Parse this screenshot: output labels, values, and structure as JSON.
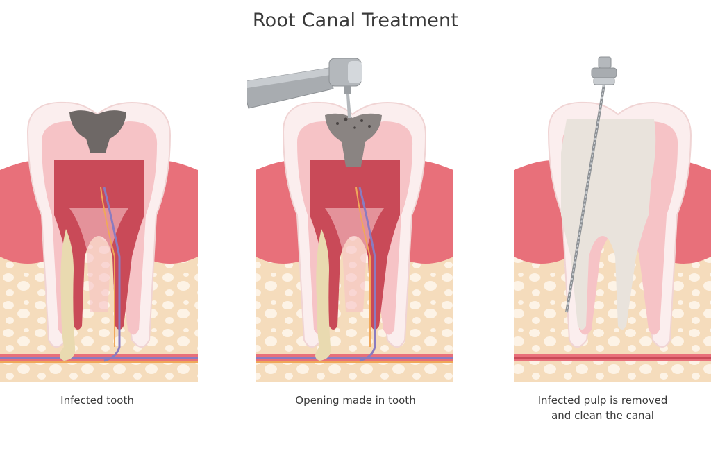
{
  "title": "Root Canal Treatment",
  "steps": [
    {
      "caption_lines": [
        "Infected tooth"
      ]
    },
    {
      "caption_lines": [
        "Opening made in tooth"
      ]
    },
    {
      "caption_lines": [
        "Infected pulp is removed",
        "and clean the canal"
      ]
    }
  ],
  "colors": {
    "gum": "#e8707a",
    "gum_light": "#f2a7ab",
    "bone": "#f5dcbc",
    "bone_hole": "#ffffff",
    "enamel": "#fbeeee",
    "dentin": "#f6c3c6",
    "pulp": "#c94a58",
    "decay": "#6e6866",
    "pus": "#e9dab0",
    "nerve_vein": "#8a7bc0",
    "nerve_artery": "#f0a85a",
    "filled_canal": "#e9e3dc",
    "instrument": "#a8acb0"
  },
  "icons": [
    "drill-icon",
    "endodontic-file-icon"
  ]
}
